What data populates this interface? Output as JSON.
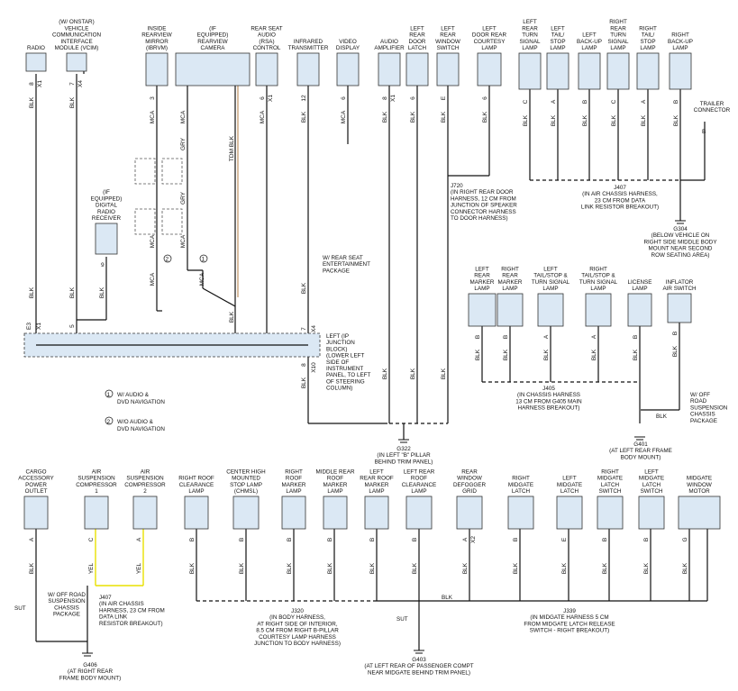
{
  "components_top": [
    {
      "id": "radio",
      "lines": [
        "RADIO"
      ],
      "pin": "8",
      "conn": "X1",
      "wire": "BLK"
    },
    {
      "id": "vcim",
      "lines": [
        "(W/ ONSTAR)",
        "VEHICLE",
        "COMMUNICATION",
        "INTERFACE",
        "MODULE (VCIM)"
      ],
      "pin": "7",
      "conn": "X4",
      "wire": "BLK"
    },
    {
      "id": "ibrvm",
      "lines": [
        "INSIDE",
        "REARVIEW",
        "MIRROR",
        "(IBRVM)"
      ],
      "pin": "3",
      "wire": "MCA"
    },
    {
      "id": "camera",
      "lines": [
        "(IF",
        "EQUIPPED)",
        "REARVIEW",
        "CAMERA"
      ],
      "wire": "MCA"
    },
    {
      "id": "rsa",
      "lines": [
        "REAR SEAT",
        "AUDIO",
        "(RSA)",
        "CONTROL"
      ],
      "pin": "6",
      "conn": "X1",
      "wire": "MCA"
    },
    {
      "id": "infrared",
      "lines": [
        "INFRARED",
        "TRANSMITTER"
      ],
      "pin": "12",
      "wire": "BLK"
    },
    {
      "id": "video",
      "lines": [
        "VIDEO",
        "DISPLAY"
      ],
      "pin": "6",
      "wire": "MCA"
    },
    {
      "id": "amp",
      "lines": [
        "AUDIO",
        "AMPLIFIER"
      ],
      "pin": "8",
      "conn": "X1",
      "wire": "BLK"
    },
    {
      "id": "door_latch",
      "lines": [
        "LEFT",
        "REAR",
        "DOOR",
        "LATCH"
      ],
      "pin": "6",
      "wire": "BLK"
    },
    {
      "id": "window_sw",
      "lines": [
        "LEFT",
        "REAR",
        "WINDOW",
        "SWITCH"
      ],
      "pin": "E",
      "wire": "BLK"
    },
    {
      "id": "courtesy",
      "lines": [
        "LEFT",
        "DOOR REAR",
        "COURTESY",
        "LAMP"
      ],
      "pin": "6",
      "wire": "BLK"
    },
    {
      "id": "l_turn",
      "lines": [
        "LEFT",
        "REAR",
        "TURN",
        "SIGNAL",
        "LAMP"
      ],
      "pin": "C",
      "wire": "BLK"
    },
    {
      "id": "l_tail",
      "lines": [
        "LEFT",
        "TAIL/",
        "STOP",
        "LAMP"
      ],
      "pin": "A",
      "wire": "BLK"
    },
    {
      "id": "l_backup",
      "lines": [
        "LEFT",
        "BACK-UP",
        "LAMP"
      ],
      "pin": "B",
      "wire": "BLK"
    },
    {
      "id": "r_turn",
      "lines": [
        "RIGHT",
        "REAR",
        "TURN",
        "SIGNAL",
        "LAMP"
      ],
      "pin": "C",
      "wire": "BLK"
    },
    {
      "id": "r_tail",
      "lines": [
        "RIGHT",
        "TAIL/",
        "STOP",
        "LAMP"
      ],
      "pin": "A",
      "wire": "BLK"
    },
    {
      "id": "r_backup",
      "lines": [
        "RIGHT",
        "BACK-UP",
        "LAMP"
      ],
      "pin": "B",
      "wire": "BLK"
    }
  ],
  "components_mid": [
    {
      "id": "l_marker",
      "lines": [
        "LEFT",
        "REAR",
        "MARKER",
        "LAMP"
      ],
      "pin": "B",
      "wire": "BLK"
    },
    {
      "id": "r_marker",
      "lines": [
        "RIGHT",
        "REAR",
        "MARKER",
        "LAMP"
      ],
      "pin": "B",
      "wire": "BLK"
    },
    {
      "id": "l_tailturn",
      "lines": [
        "LEFT",
        "TAIL/STOP &",
        "TURN SIGNAL",
        "LAMP"
      ],
      "pin": "A",
      "wire": "BLK"
    },
    {
      "id": "r_tailturn",
      "lines": [
        "RIGHT",
        "TAIL/STOP &",
        "TURN SIGNAL",
        "LAMP"
      ],
      "pin": "A",
      "wire": "BLK"
    },
    {
      "id": "license",
      "lines": [
        "LICENSE",
        "LAMP"
      ],
      "pin": "B",
      "wire": "BLK"
    },
    {
      "id": "inflator",
      "lines": [
        "INFLATOR",
        "AIR SWITCH"
      ],
      "pin": "B",
      "wire": "BLK"
    }
  ],
  "components_bottom": [
    {
      "id": "cargo",
      "lines": [
        "CARGO",
        "ACCESSORY",
        "POWER",
        "OUTLET"
      ],
      "pin": "A",
      "wire": "BLK"
    },
    {
      "id": "air1",
      "lines": [
        "AIR",
        "SUSPENSION",
        "COMPRESSOR",
        "1"
      ],
      "pin": "C",
      "wire": "YEL"
    },
    {
      "id": "air2",
      "lines": [
        "AIR",
        "SUSPENSION",
        "COMPRESSOR",
        "2"
      ],
      "pin": "A",
      "wire": "YEL"
    },
    {
      "id": "r_roof_clear",
      "lines": [
        "RIGHT ROOF",
        "CLEARANCE",
        "LAMP"
      ],
      "pin": "B",
      "wire": "BLK"
    },
    {
      "id": "chmsl",
      "lines": [
        "CENTER HIGH",
        "MOUNTED",
        "STOP LAMP",
        "(CHMSL)"
      ],
      "pin": "B",
      "wire": "BLK"
    },
    {
      "id": "r_roof_marker",
      "lines": [
        "RIGHT",
        "ROOF",
        "MARKER",
        "LAMP"
      ],
      "pin": "B",
      "wire": "BLK"
    },
    {
      "id": "mid_roof",
      "lines": [
        "MIDDLE REAR",
        "ROOF",
        "MARKER",
        "LAMP"
      ],
      "pin": "B",
      "wire": "BLK"
    },
    {
      "id": "l_roof_marker",
      "lines": [
        "LEFT",
        "REAR ROOF",
        "MARKER",
        "LAMP"
      ],
      "pin": "B",
      "wire": "BLK"
    },
    {
      "id": "l_roof_clear",
      "lines": [
        "LEFT REAR",
        "ROOF",
        "CLEARANCE",
        "LAMP"
      ],
      "pin": "B",
      "wire": "BLK"
    },
    {
      "id": "defogger",
      "lines": [
        "REAR",
        "WINDOW",
        "DEFOGGER",
        "GRID"
      ],
      "pin": "A",
      "conn": "X2",
      "wire": "BLK"
    },
    {
      "id": "r_mg_latch",
      "lines": [
        "RIGHT",
        "MIDGATE",
        "LATCH"
      ],
      "pin": "B",
      "wire": "BLK"
    },
    {
      "id": "l_mg_latch",
      "lines": [
        "LEFT",
        "MIDGATE",
        "LATCH"
      ],
      "pin": "E",
      "wire": "BLK"
    },
    {
      "id": "r_mg_sw",
      "lines": [
        "RIGHT",
        "MIDGATE",
        "LATCH",
        "SWITCH"
      ],
      "pin": "B",
      "wire": "BLK"
    },
    {
      "id": "l_mg_sw",
      "lines": [
        "LEFT",
        "MIDGATE",
        "LATCH",
        "SWITCH"
      ],
      "pin": "B",
      "wire": "BLK"
    },
    {
      "id": "mg_motor",
      "lines": [
        "MIDGATE",
        "WINDOW",
        "MOTOR"
      ],
      "pin": "G",
      "wire": "BLK"
    }
  ],
  "digital_radio": {
    "lines": [
      "(IF",
      "EQUIPPED)",
      "DIGITAL",
      "RADIO",
      "RECEIVER"
    ],
    "pin": "9",
    "wire": "BLK"
  },
  "shield_notes": [
    "1",
    "2"
  ],
  "wire_colors_extra": {
    "gry": "GRY",
    "tdm": "TDM BLK",
    "blk": "BLK",
    "mca": "MCA"
  },
  "junction_block": {
    "lines": [
      "LEFT (IP",
      "JUNCTION",
      "BLOCK)",
      "(LOWER LEFT",
      "SIDE OF",
      "INSTRUMENT",
      "PANEL, TO LEFT",
      "OF STEERING",
      "COLUMN)"
    ],
    "pins": [
      "E3",
      "X1",
      "5",
      "7",
      "X4",
      "8",
      "X10"
    ]
  },
  "rear_seat_note": [
    "W/ REAR SEAT",
    "ENTERTAINMENT",
    "PACKAGE"
  ],
  "legend": [
    {
      "num": "1",
      "text": "W/ AUDIO &",
      "text2": "DVD NAVIGATION"
    },
    {
      "num": "2",
      "text": "W/O AUDIO &",
      "text2": "DVD NAVIGATION"
    }
  ],
  "j720": [
    "J720",
    "(IN RIGHT REAR DOOR",
    "HARNESS, 12 CM FROM",
    "JUNCTION OF SPEAKER",
    "CONNECTOR HARNESS",
    "TO DOOR HARNESS)"
  ],
  "j407_top": [
    "J407",
    "(IN AIR CHASSIS HARNESS,",
    "23 CM FROM DATA",
    "LINK RESISTOR BREAKOUT)"
  ],
  "trailer": [
    "TRAILER",
    "CONNECTOR"
  ],
  "trailer_pin": "B",
  "g304": [
    "G304",
    "(BELOW VEHICLE ON",
    "RIGHT SIDE MIDDLE BODY",
    "MOUNT NEAR SECOND",
    "ROW SEATING AREA)"
  ],
  "j405": [
    "J405",
    "(IN CHASSIS HARNESS",
    "13 CM FROM G405 MAIN",
    "HARNESS BREAKOUT)"
  ],
  "offroad_top": [
    "W/ OFF",
    "ROAD",
    "SUSPENSION",
    "CHASSIS",
    "PACKAGE"
  ],
  "g322": [
    "G322",
    "(IN LEFT \"B\" PILLAR",
    "BEHIND TRIM PANEL)"
  ],
  "g401": [
    "G401",
    "(AT LEFT REAR FRAME",
    "BODY MOUNT)"
  ],
  "offroad_bottom": [
    "W/ OFF ROAD",
    "SUSPENSION",
    "CHASSIS",
    "PACKAGE"
  ],
  "j407_bottom": [
    "J407",
    "(IN AIR CHASSIS",
    "HARNESS, 23 CM FROM",
    "DATA LINK",
    "RESISTOR BREAKOUT)"
  ],
  "j320": [
    "J320",
    "(IN BODY HARNESS,",
    "AT RIGHT SIDE OF INTERIOR,",
    "8.5 CM FROM RIGHT B-PILLAR",
    "COURTESY LAMP HARNESS",
    "JUNCTION TO BODY HARNESS)"
  ],
  "j339": [
    "J339",
    "(IN MIDGATE HARNESS 5 CM",
    "FROM MIDGATE LATCH RELEASE",
    "SWITCH - RIGHT BREAKOUT)"
  ],
  "g406": [
    "G406",
    "(AT RIGHT REAR",
    "FRAME BODY MOUNT)"
  ],
  "g403": [
    "G403",
    "(AT LEFT REAR OF PASSENGER COMPT",
    "NEAR MIDGATE BEHIND TRIM PANEL)"
  ],
  "sut": "SUT",
  "sut2": "SUT",
  "blk_label": "BLK",
  "colors": {
    "box_fill": "#dbe8f4",
    "yellow_wire": "#e8e000",
    "tan_wire": "#c8a27a"
  }
}
